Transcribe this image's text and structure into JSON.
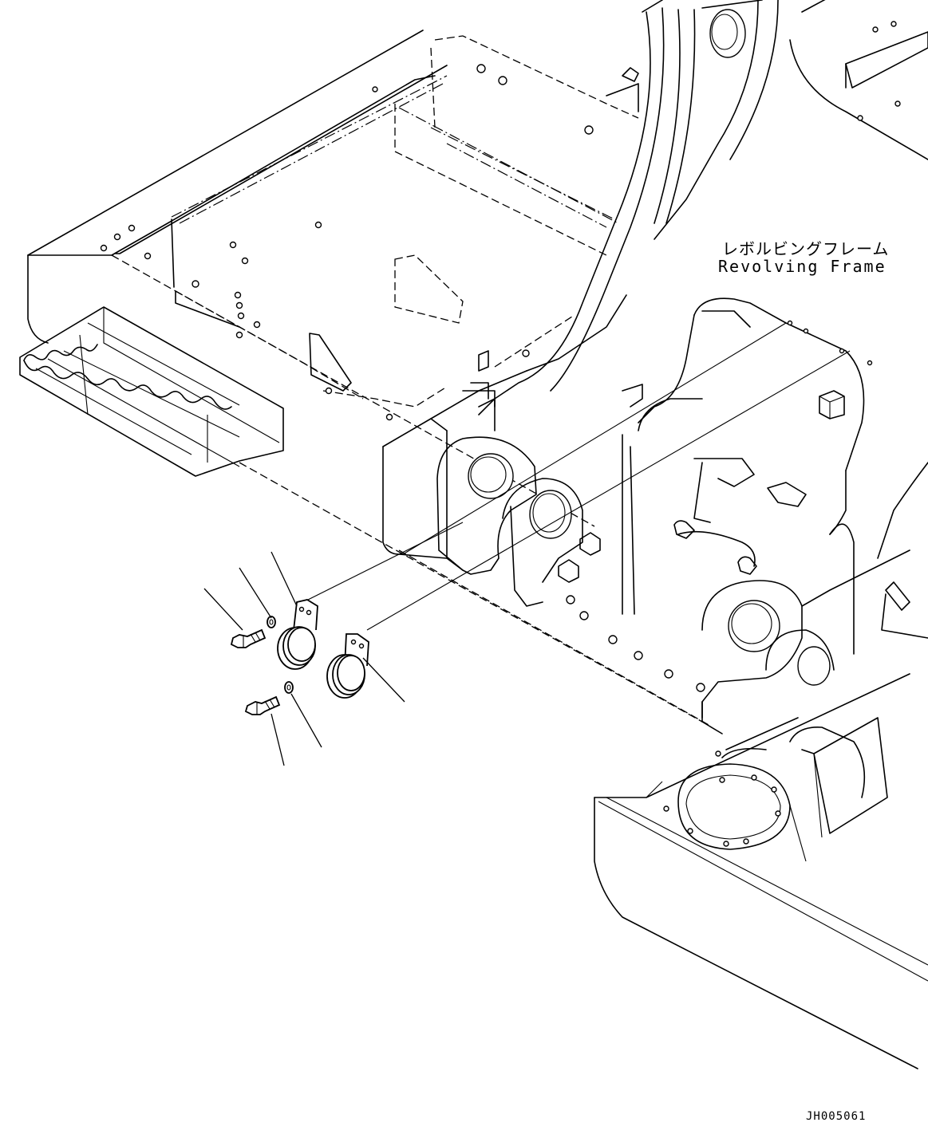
{
  "frame_label": {
    "japanese": "レボルビングフレーム",
    "english": "Revolving Frame"
  },
  "drawing_code": "JH005061"
}
